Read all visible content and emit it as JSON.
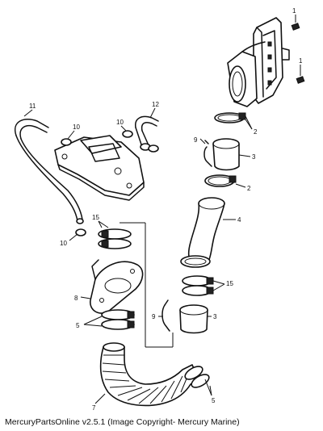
{
  "diagram": {
    "callouts": {
      "c1a": "1",
      "c1b": "1",
      "c2a": "2",
      "c2b": "2",
      "c3a": "3",
      "c3b": "3",
      "c4": "4",
      "c5a": "5",
      "c5b": "5",
      "c7": "7",
      "c8": "8",
      "c9a": "9",
      "c9b": "9",
      "c10a": "10",
      "c10b": "10",
      "c10c": "10",
      "c11": "11",
      "c12": "12",
      "c15a": "15",
      "c15b": "15"
    }
  },
  "footer": {
    "text": "MercuryPartsOnline v2.5.1 (Image Copyright- Mercury Marine)"
  }
}
